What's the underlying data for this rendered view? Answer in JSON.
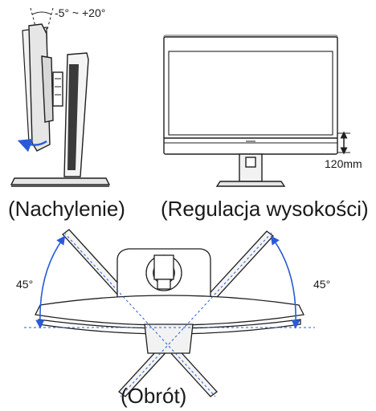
{
  "tilt": {
    "range_label": "-5° ~ +20°",
    "caption": "(Nachylenie)"
  },
  "height": {
    "measure_label": "120mm",
    "caption": "(Regulacja wysokości)"
  },
  "swivel": {
    "left_angle": "45°",
    "right_angle": "45°",
    "caption": "(Obrót)"
  },
  "colors": {
    "outline": "#1f1f1f",
    "guide": "#2a5bd7",
    "fill": "#f2f2f2",
    "dark": "#3a3a3a"
  },
  "icons": [
    "tilt-arrow-icon",
    "height-arrow-icon",
    "rotation-arc-icon"
  ]
}
